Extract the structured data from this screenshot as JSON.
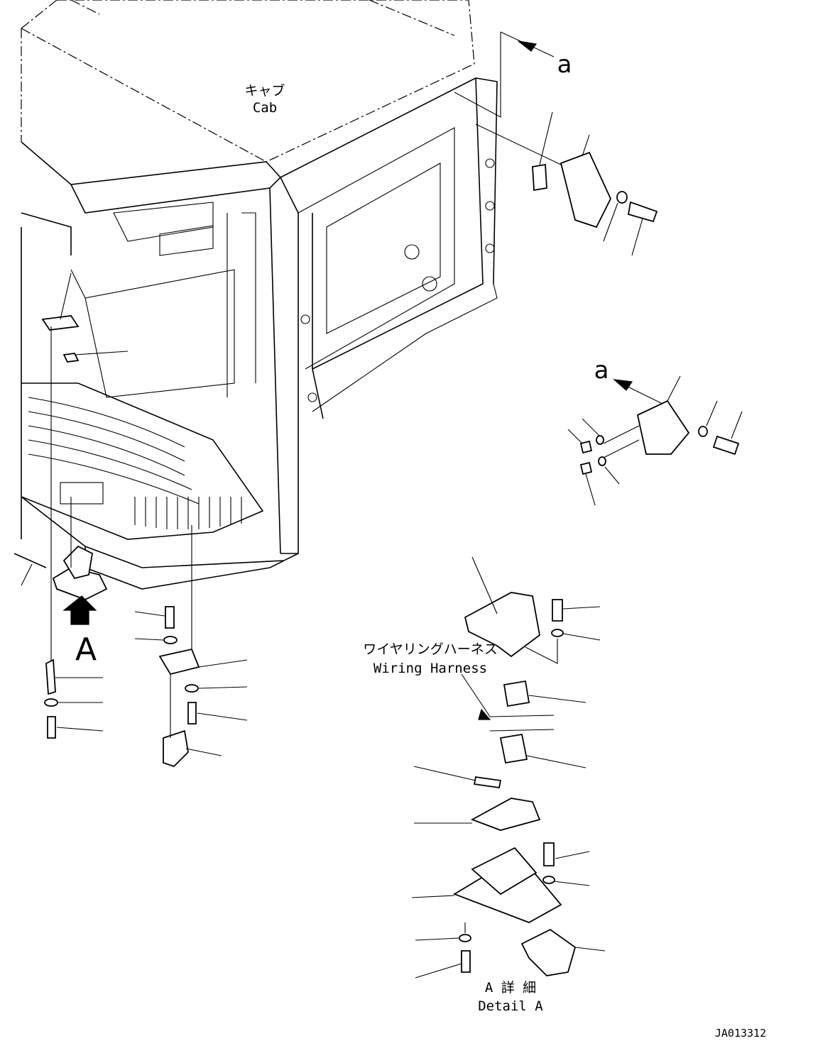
{
  "labels": {
    "cab_jp": "キャブ",
    "cab_en": "Cab",
    "view_a_top": "a",
    "view_a_mid": "a",
    "view_A": "A",
    "harness_jp": "ワイヤリングハーネス",
    "harness_en": "Wiring Harness",
    "detail_jp": "A 詳 細",
    "detail_en": "Detail A",
    "drawing_no": "JA013312"
  }
}
